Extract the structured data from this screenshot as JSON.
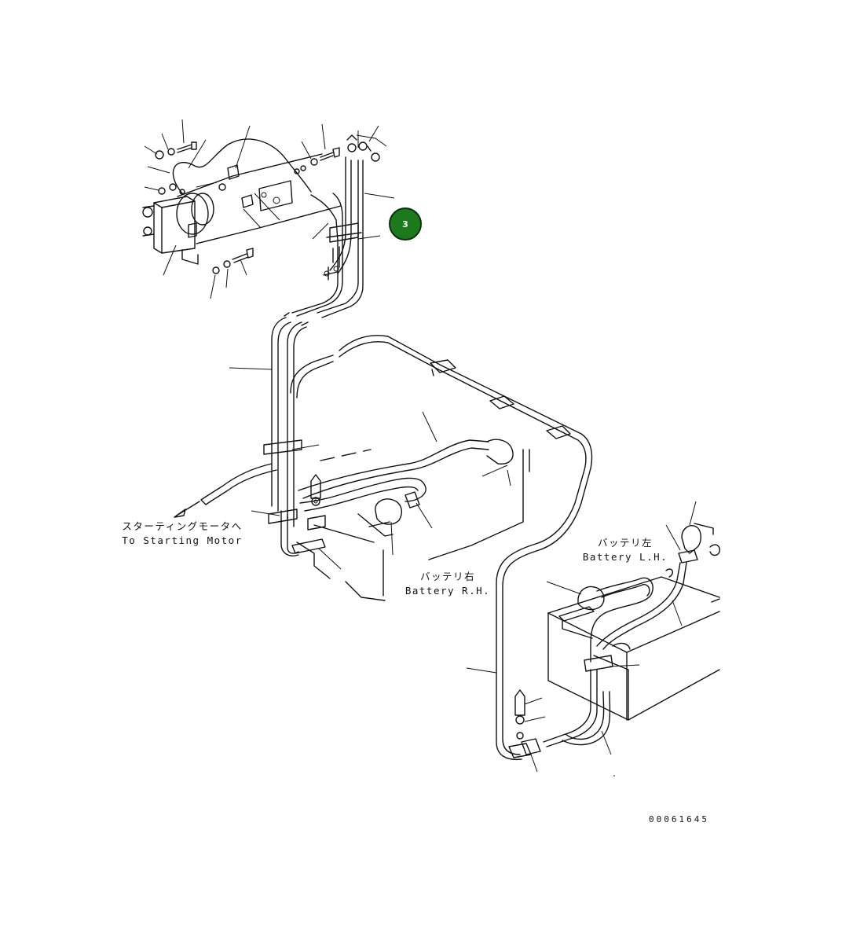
{
  "diagram": {
    "callout": {
      "number": "3",
      "fill": "#1c7a1c"
    },
    "labels": {
      "starting_motor_jp": "スターティングモータへ",
      "starting_motor_en": "To Starting Motor",
      "battery_rh_jp": "バッテリ右",
      "battery_rh_en": "Battery R.H.",
      "battery_lh_jp": "バッテリ左",
      "battery_lh_en": "Battery L.H."
    },
    "drawing_number": "00061645"
  }
}
